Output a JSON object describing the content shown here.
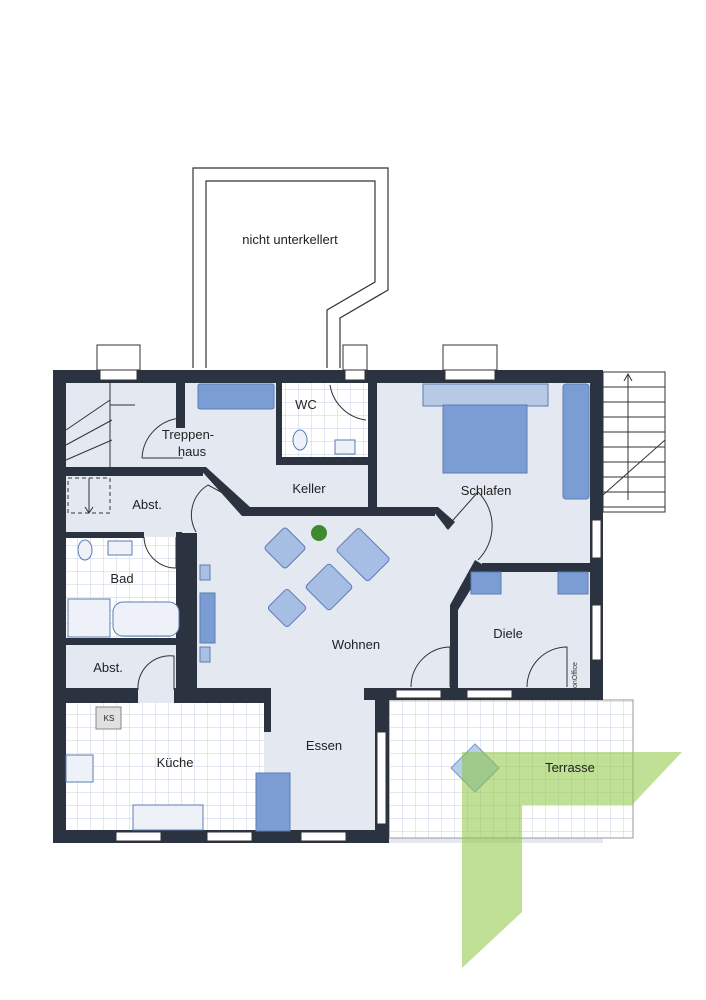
{
  "plan": {
    "rooms": {
      "unbasement": "nicht unterkellert",
      "wc": "WC",
      "stair_line1": "Treppen-",
      "stair_line2": "haus",
      "keller": "Keller",
      "schlafen": "Schlafen",
      "abst_upper": "Abst.",
      "bad": "Bad",
      "wohnen": "Wohnen",
      "diele": "Diele",
      "abst_lower": "Abst.",
      "essen": "Essen",
      "kueche": "Küche",
      "terrasse": "Terrasse"
    },
    "fixtures": {
      "fridge": "KS"
    },
    "watermark": "onOffice",
    "colors": {
      "wall": "#2b3340",
      "floor": "#e4e8f0",
      "furniture": "#7b9dd4",
      "tile_grid": "#c5d2e6",
      "logo_green": "#8dc63f"
    }
  }
}
